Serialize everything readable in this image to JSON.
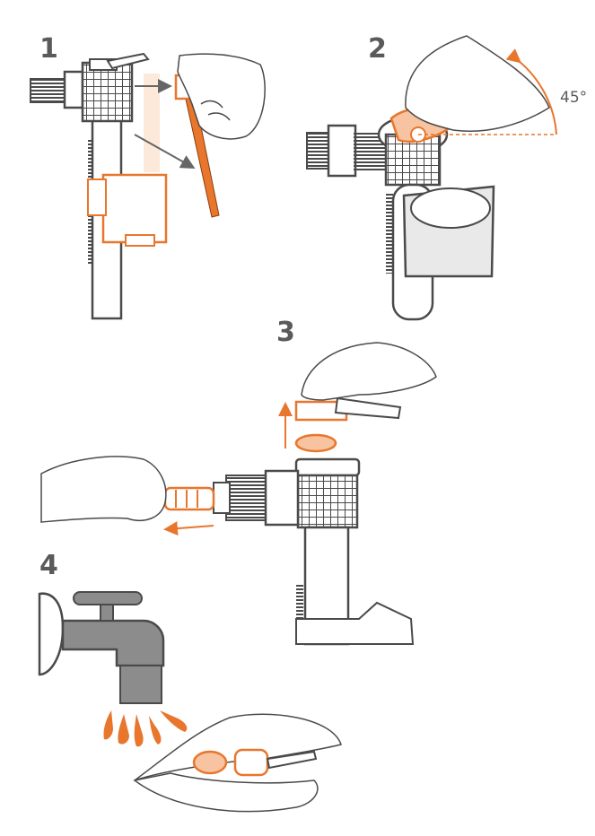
{
  "steps": [
    {
      "number": "1"
    },
    {
      "number": "2"
    },
    {
      "number": "3"
    },
    {
      "number": "4"
    }
  ],
  "annotations": {
    "angle": "45°"
  },
  "colors": {
    "accent": "#e8762d",
    "line": "#4a4a4a",
    "fill_dark": "#5e5e5e",
    "fill_light": "#e9e9e9"
  }
}
